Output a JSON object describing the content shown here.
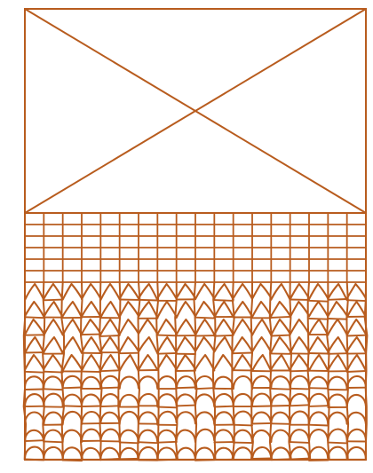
{
  "figure": {
    "background": "#ffffff",
    "ink_color": "#b85c1e",
    "sections": {
      "top": "blank-box-with-diagonal-cross",
      "middle": "regular-square-grid",
      "bottom": "hand-drawn-knit-stitch-texture"
    },
    "middle_grid": {
      "columns": 18,
      "rows": 6
    },
    "bottom_texture": {
      "columns": 18,
      "rows": 10
    }
  }
}
